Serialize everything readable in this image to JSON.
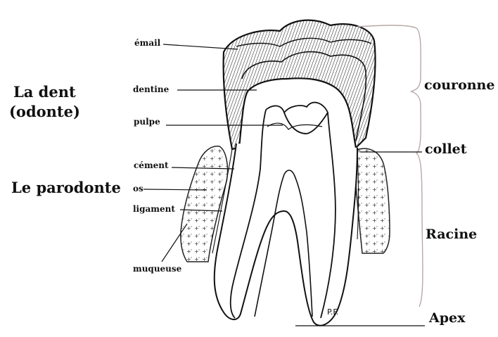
{
  "left_titles": {
    "tooth_line1": "La dent",
    "tooth_line2": "(odonte)",
    "periodontium": "Le parodonte"
  },
  "labels": {
    "enamel": "émail",
    "dentin": "dentine",
    "pulp": "pulpe",
    "cementum": "cément",
    "bone": "os",
    "ligament": "ligament",
    "mucosa": "muqueuse"
  },
  "zones": {
    "crown": "couronne",
    "neck": "collet",
    "root": "Racine",
    "apex": "Apex"
  },
  "signature": "P.F.",
  "colors": {
    "ink": "#111111",
    "background": "#ffffff",
    "bracket": "#b8a9a6"
  }
}
